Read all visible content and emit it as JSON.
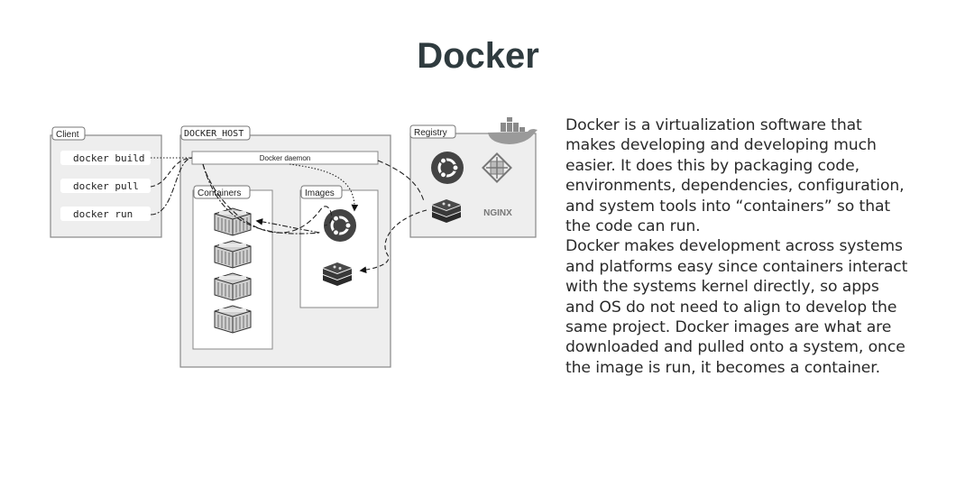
{
  "slide": {
    "title": "Docker",
    "paragraphs": [
      "Docker is a virtualization software that makes developing and developing much easier. It does this by packaging code, environments, dependencies, configuration, and system tools into “containers” so that the code can run.",
      "Docker makes development across systems and platforms easy since containers interact with the systems kernel directly, so apps and OS do not need to align to develop the same project. Docker images are what are downloaded and pulled onto a system, once the image is run, it becomes a container."
    ]
  },
  "diagram": {
    "client": {
      "label": "Client",
      "commands": [
        "docker build",
        "docker pull",
        "docker run"
      ]
    },
    "host": {
      "label": "DOCKER_HOST",
      "daemon_label": "Docker daemon",
      "containers_label": "Containers",
      "images_label": "Images"
    },
    "registry": {
      "label": "Registry",
      "nginx_label": "NGINX"
    },
    "icons": [
      "docker-whale-icon",
      "ubuntu-icon",
      "centos-icon",
      "redis-icon",
      "nginx-logo",
      "container-icon"
    ]
  }
}
